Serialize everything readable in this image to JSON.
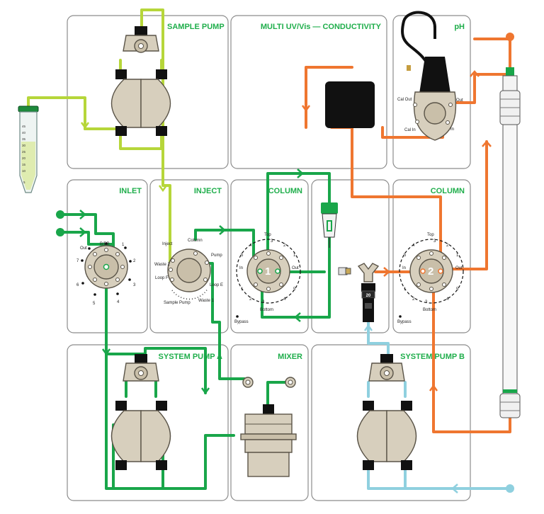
{
  "colors": {
    "green_tubing": "#19a64a",
    "orange_tubing": "#ef7630",
    "lime_tubing": "#b6d63a",
    "light_blue_tubing": "#8fd0df",
    "title_green": "#1fae4b",
    "module_beige": "#d7cfbd"
  },
  "panels": {
    "sample_pump": "SAMPLE PUMP",
    "uv": "MULTI UV/Vis — CONDUCTIVITY",
    "ph": "pH",
    "inlet": "INLET",
    "inject": "INJECT",
    "column1": "COLUMN",
    "column2": "COLUMN",
    "system_pump_a": "SYSTEM PUMP A",
    "mixer": "MIXER",
    "system_pump_b": "SYSTEM PUMP B"
  },
  "tube_scale": [
    "45",
    "40",
    "35",
    "30",
    "25",
    "20",
    "15",
    "10",
    "5"
  ],
  "inlet_valve": {
    "b_bb": "B/BB",
    "out": "Out",
    "ports": [
      "1",
      "2",
      "3",
      "4",
      "5",
      "6",
      "7"
    ]
  },
  "inject_valve": {
    "inject": "Inject",
    "column": "Column",
    "pump": "Pump",
    "waste2": "Waste 2",
    "loop_f_left": "Loop F",
    "loop_e": "Loop E",
    "sample_pump": "Sample Pump",
    "waste1": "Waste 1"
  },
  "column_valve1": {
    "number": "1",
    "top": "Top",
    "bottom": "Bottom",
    "in": "In",
    "out": "Out",
    "bypass": "Bypass",
    "ports": [
      "1",
      "2",
      "3",
      "4",
      "5"
    ]
  },
  "column_valve2": {
    "number": "2",
    "top": "Top",
    "bottom": "Bottom",
    "in": "In",
    "out": "Out",
    "bypass": "Bypass",
    "ports": [
      "1",
      "2",
      "3",
      "4",
      "5"
    ]
  },
  "ph_valve": {
    "cal_out": "Cal Out",
    "cal_in": "Cal In",
    "out": "Out",
    "in": "In"
  },
  "pressure_sensor": {
    "value": "20"
  }
}
